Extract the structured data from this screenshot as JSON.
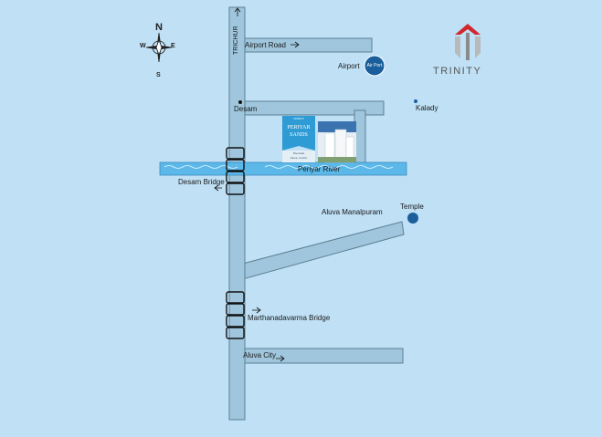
{
  "roads": {
    "trichur": "TRICHUR",
    "airport_road": "Airport Road",
    "desam": "Desam",
    "kalady": "Kalady",
    "periyar_river": "Periyar River",
    "desam_bridge": "Desam Bridge",
    "aluva_manalpuram": "Aluva Manalpuram",
    "temple": "Temple",
    "marthanadavarma_bridge": "Marthanadavarma Bridge",
    "aluva_city": "Aluva City"
  },
  "landmarks": {
    "airport": "Airport",
    "airport_badge": "Air Port"
  },
  "project": {
    "brand_small": "TRINITY",
    "name_line1": "PERIYAR",
    "name_line2": "SANDS",
    "tagline_line1": "Riverside",
    "tagline_line2": "Aluva, Cochin"
  },
  "compass": {
    "n": "N",
    "s": "S",
    "e": "E",
    "w": "W"
  },
  "brand": {
    "name": "TRINITY"
  },
  "colors": {
    "background": "#bfe0f5",
    "road_fill": "#9fc6dc",
    "road_stroke": "#5d7f93",
    "river": "#5bb8e8",
    "marker": "#1a5e9c",
    "brand_red": "#d0282e"
  }
}
